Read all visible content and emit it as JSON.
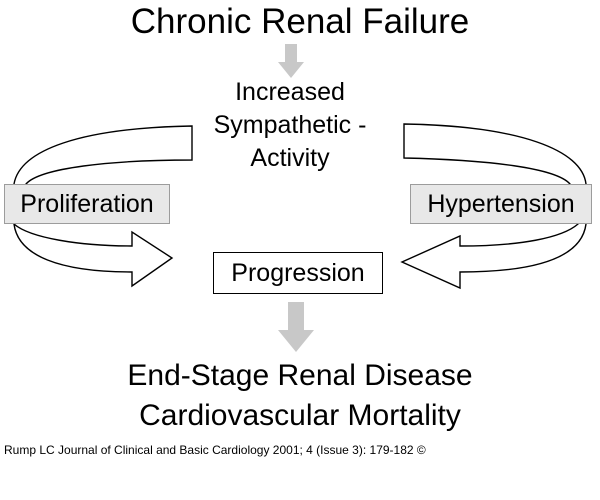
{
  "title": "Chronic Renal Failure",
  "center": {
    "line1": "Increased",
    "line2": "Sympathetic -",
    "line3": "Activity"
  },
  "left_box": "Proliferation",
  "right_box": "Hypertension",
  "middle_box": "Progression",
  "outcomes": {
    "line1": "End-Stage Renal Disease",
    "line2": "Cardiovascular Mortality"
  },
  "citation": "Rump LC Journal of Clinical and Basic Cardiology 2001; 4 (Issue 3): 179-182 ©",
  "colors": {
    "down_arrow": "#c8c8c8",
    "box_fill": "#e8e8e8",
    "box_border": "#9c9c9c",
    "outline": "#000000"
  }
}
